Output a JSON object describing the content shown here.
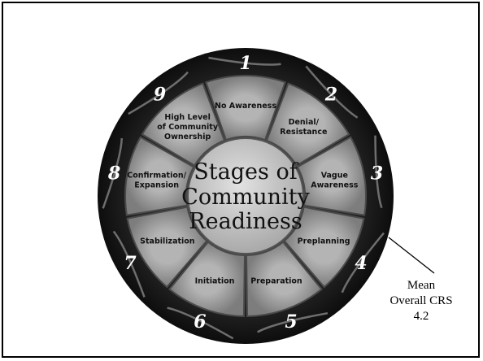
{
  "diagram": {
    "center_lines": [
      "Stages of",
      "Community",
      "Readiness"
    ],
    "stages": [
      {
        "number": "1",
        "lines": [
          "No Awareness"
        ]
      },
      {
        "number": "2",
        "lines": [
          "Denial/",
          "Resistance"
        ]
      },
      {
        "number": "3",
        "lines": [
          "Vague",
          "Awareness"
        ]
      },
      {
        "number": "4",
        "lines": [
          "Preplanning"
        ]
      },
      {
        "number": "5",
        "lines": [
          "Preparation"
        ]
      },
      {
        "number": "6",
        "lines": [
          "Initiation"
        ]
      },
      {
        "number": "7",
        "lines": [
          "Stabilization"
        ]
      },
      {
        "number": "8",
        "lines": [
          "Confirmation/",
          "Expansion"
        ]
      },
      {
        "number": "9",
        "lines": [
          "High Level",
          "of Community",
          "Ownership"
        ]
      }
    ],
    "colors": {
      "outer_ring": "#1a1a1a",
      "segment": "#8f8f8f",
      "center": "#c9c9c9",
      "number": "#ffffff"
    }
  },
  "annotation": {
    "line1": "Mean",
    "line2": "Overall CRS",
    "line3": "4.2"
  }
}
